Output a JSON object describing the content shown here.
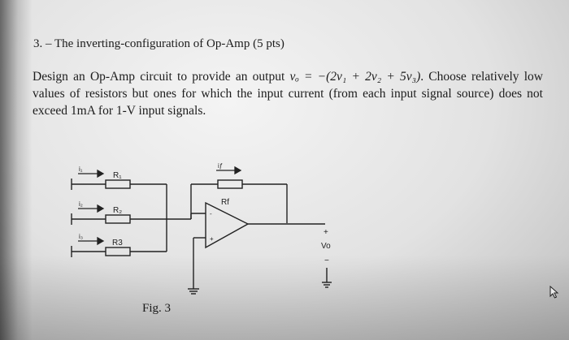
{
  "problem": {
    "title": "3. – The inverting-configuration of Op-Amp (5 pts)",
    "text_before": "Design an Op-Amp circuit to provide an output ",
    "equation": "vₒ = −(2v₁ + 2v₂ + 5v₃)",
    "text_after": ". Choose relatively low values of resistors but ones for which the input current (from each input signal source) does not exceed 1mA for 1-V input signals."
  },
  "circuit": {
    "i1": "i₁",
    "i2": "i₂",
    "i3": "i₃",
    "if": "iƒ",
    "r1": "R₁",
    "r2": "R₂",
    "r3": "R3",
    "rf": "Rf",
    "plus": "+",
    "minus": "−",
    "input_minus": "-",
    "input_plus": "+",
    "vo": "Vo"
  },
  "figure": {
    "caption": "Fig. 3"
  },
  "icons": {
    "cursor": "mouse-pointer-icon"
  }
}
